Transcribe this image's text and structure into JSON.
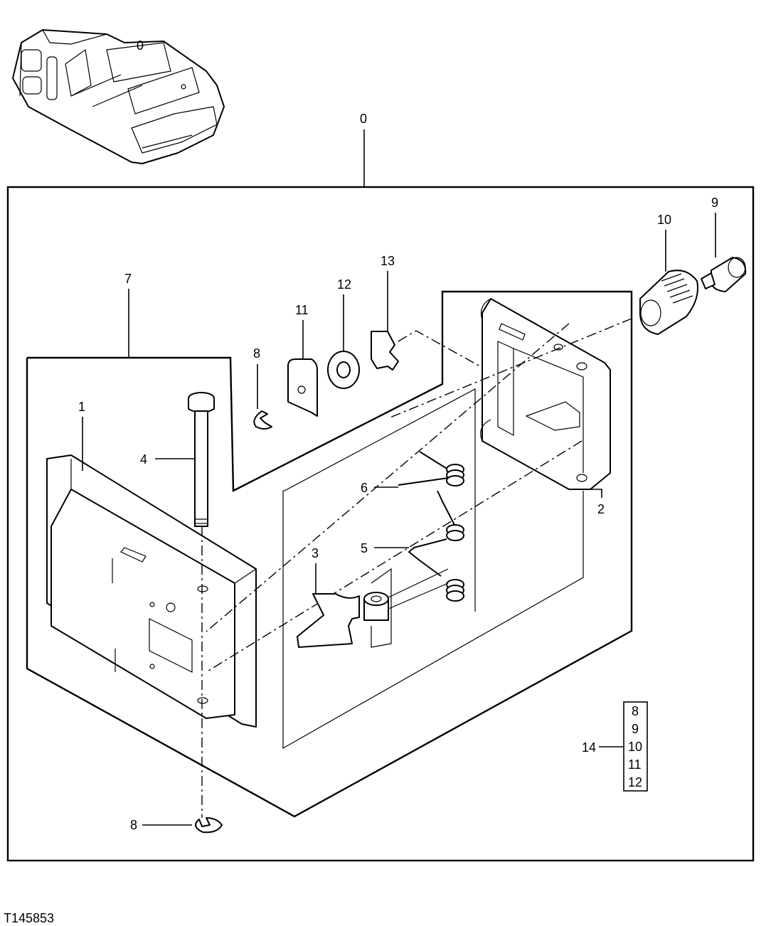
{
  "figure_id": "T145853",
  "callouts": {
    "c0": "0",
    "c1": "1",
    "c2": "2",
    "c3": "3",
    "c4": "4",
    "c5": "5",
    "c6": "6",
    "c7": "7",
    "c8_top": "8",
    "c8_bottom": "8",
    "c9": "9",
    "c10": "10",
    "c11": "11",
    "c12": "12",
    "c13": "13",
    "c14": "14"
  },
  "kit_14_items": [
    "8",
    "9",
    "10",
    "11",
    "12"
  ]
}
